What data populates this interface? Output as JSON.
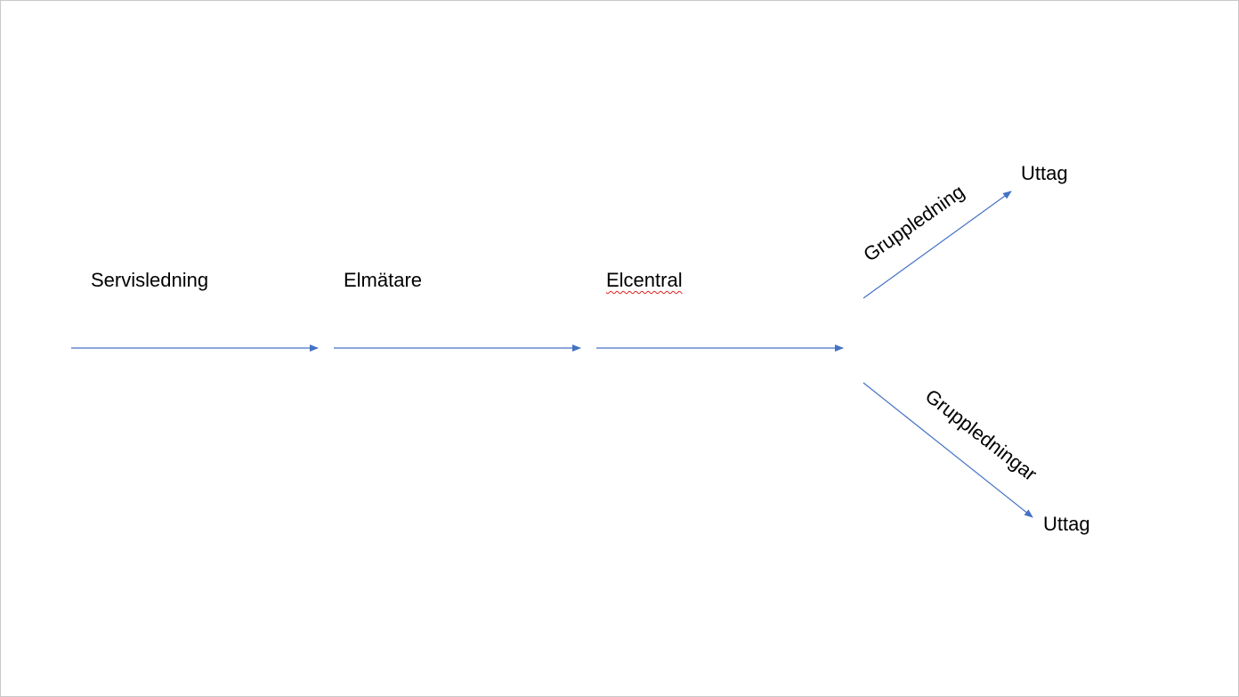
{
  "colors": {
    "arrow": "#4472c4",
    "text": "#000000",
    "spellcheck": "#e02020"
  },
  "labels": {
    "servisledning": "Servisledning",
    "elmatare": "Elmätare",
    "elcentral": "Elcentral",
    "gruppledning": "Gruppledning",
    "gruppledningar": "Gruppledningar",
    "uttag_top": "Uttag",
    "uttag_bottom": "Uttag"
  }
}
